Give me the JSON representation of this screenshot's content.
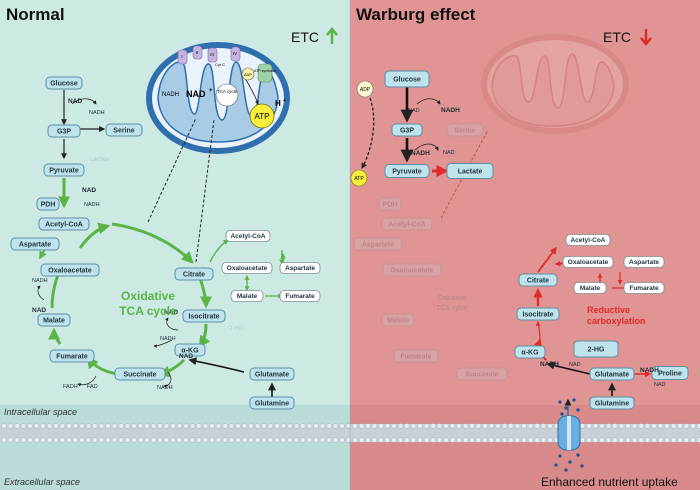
{
  "left": {
    "title": "Normal",
    "etc": "ETC",
    "mito": {
      "nadh": "NADH",
      "nad": "NAD",
      "tca": "TCA cycle",
      "adp": "ADP",
      "atp_synthase": "ATP synthase",
      "atp": "ATP",
      "h": "H",
      "c1": "I",
      "c2": "II",
      "c3": "III",
      "c4": "IV",
      "cytc": "Cyt C"
    },
    "nodes": {
      "glucose": "Glucose",
      "g3p": "G3P",
      "serine": "Serine",
      "pyruvate": "Pyruvate",
      "lactate": "Lactate",
      "pdh": "PDH",
      "acetylcoa": "Acetyl-CoA",
      "citrate": "Citrate",
      "isocitrate": "Isocitrate",
      "akg": "α-KG",
      "succinate": "Succinate",
      "fumarate": "Fumarate",
      "malate": "Malate",
      "oxaloacetate": "Oxaloacetate",
      "aspartate": "Aspartate",
      "glutamate": "Glutamate",
      "glutamine": "Glutamine",
      "r_acetylcoa": "Acetyl-CoA",
      "r_oxaloacetate": "Oxaloacetate",
      "r_aspartate": "Aspartate",
      "r_malate": "Malate",
      "r_fumarate": "Fumarate",
      "hg": "2-HG"
    },
    "cycle_label_1": "Oxidative",
    "cycle_label_2": "TCA cycle",
    "cof": {
      "nad": "NAD",
      "nadh": "NADH",
      "fadh": "FADH",
      "fad": "FAD"
    }
  },
  "right": {
    "title": "Warburg effect",
    "etc": "ETC",
    "nodes": {
      "glucose": "Glucose",
      "g3p": "G3P",
      "serine": "Serine",
      "pyruvate": "Pyruvate",
      "lactate": "Lactate",
      "pdh": "PDH",
      "acetylcoa": "Acetyl-CoA",
      "aspartate": "Aspartate",
      "oxaloacetate": "Oxaloacetate",
      "malate": "Malate",
      "fumarate": "Fumarate",
      "succinate": "Succinate",
      "citrate": "Citrate",
      "isocitrate": "Isocitrate",
      "akg": "α-KG",
      "hg": "2-HG",
      "glutamate": "Glutamate",
      "glutamine": "Glutamine",
      "proline": "Proline",
      "r_acetylcoa": "Acetyl-CoA",
      "r_oxaloacetate": "Oxaloacetate",
      "r_aspartate": "Aspartate",
      "r_malate": "Malate",
      "r_fumarate": "Fumarate"
    },
    "adp": "ADP",
    "atp": "ATP",
    "cycle_label_1": "Oxidative",
    "cycle_label_2": "TCA cycle",
    "reductive_1": "Reductive",
    "reductive_2": "carboxylation",
    "uptake": "Enhanced nutrient uptake"
  },
  "space": {
    "intracellular": "Intracellular space",
    "extracellular": "Extracellular space"
  },
  "colors": {
    "left_bg": "#cde9e4",
    "right_bg": "#e09594",
    "green": "#5bb446",
    "red": "#e02b2b",
    "node": "#bfe3ec",
    "mito": "#2f6fae"
  }
}
